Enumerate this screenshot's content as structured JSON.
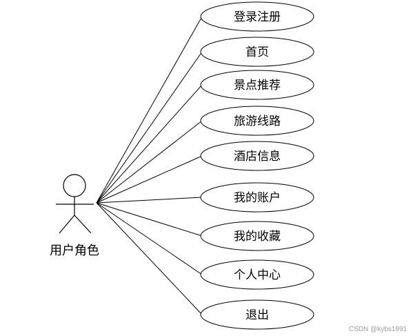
{
  "actor": {
    "label": "用户角色"
  },
  "use_cases": [
    {
      "label": "登录注册"
    },
    {
      "label": "首页"
    },
    {
      "label": "景点推荐"
    },
    {
      "label": "旅游线路"
    },
    {
      "label": "酒店信息"
    },
    {
      "label": "我的账户"
    },
    {
      "label": "我的收藏"
    },
    {
      "label": "个人中心"
    },
    {
      "label": "退出"
    }
  ],
  "watermark": "CSDN @kybs1991",
  "colors": {
    "stroke": "#000000",
    "ellipse_fill": "#ffffff",
    "watermark": "#9a9a9a"
  }
}
